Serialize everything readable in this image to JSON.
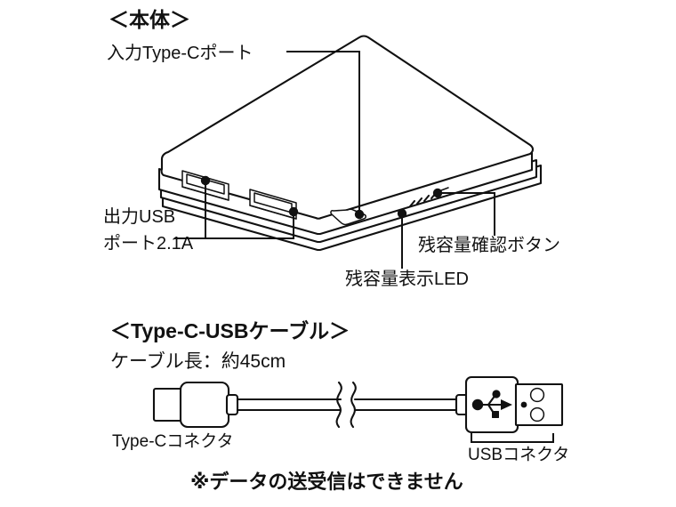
{
  "page": {
    "background_color": "#ffffff",
    "line_color": "#111111",
    "text_color": "#111111",
    "fill_color": "#ffffff"
  },
  "section_body": {
    "title": "＜本体＞",
    "callouts": {
      "input_type_c": "入力Type-Cポート",
      "output_usb_line1": "出力USB",
      "output_usb_line2": "ポート2.1A",
      "level_led": "残容量表示LED",
      "level_button": "残容量確認ボタン"
    },
    "device": {
      "name": "mobile-battery-power-bank",
      "usb_a_port_count": 2,
      "type_c_port_count": 1,
      "led_indicator_count": 4
    }
  },
  "section_cable": {
    "title": "＜Type-C-USBケーブル＞",
    "length_label": "ケーブル長：約45cm",
    "connectors": {
      "type_c": "Type-Cコネクタ",
      "usb_a": "USBコネクタ"
    },
    "usb_logo_name": "usb-trident-icon",
    "break_symbol_name": "cable-break-symbol"
  },
  "footer": {
    "note": "※データの送受信はできません"
  }
}
